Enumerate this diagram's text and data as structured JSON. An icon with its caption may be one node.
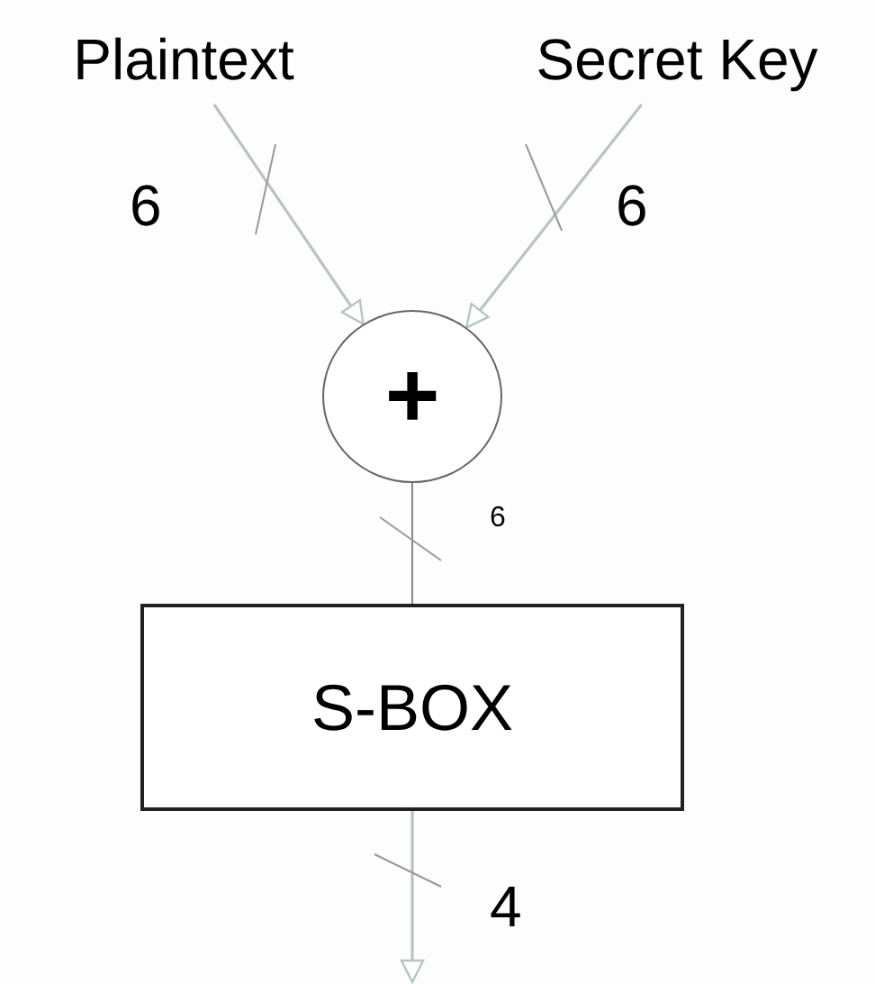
{
  "diagram": {
    "nodes": [
      {
        "text": [
          "Plaintext"
        ]
      },
      {
        "text": [
          "Secret Key"
        ]
      },
      {
        "text": [
          "+"
        ]
      },
      {
        "text": [
          "S-BOX"
        ]
      }
    ],
    "edges": [
      {
        "from": 0,
        "to": 2,
        "arrow": "to",
        "label": "6",
        "color": "#b4c4c8"
      },
      {
        "from": 1,
        "to": 2,
        "arrow": "to",
        "label": "6",
        "color": "#b4c4c8"
      },
      {
        "from": 2,
        "to": 3,
        "arrow": "none",
        "label": "6"
      },
      {
        "from": 3,
        "to": null,
        "arrow": "to",
        "label": "4",
        "color": "#b4c4c8"
      }
    ]
  }
}
